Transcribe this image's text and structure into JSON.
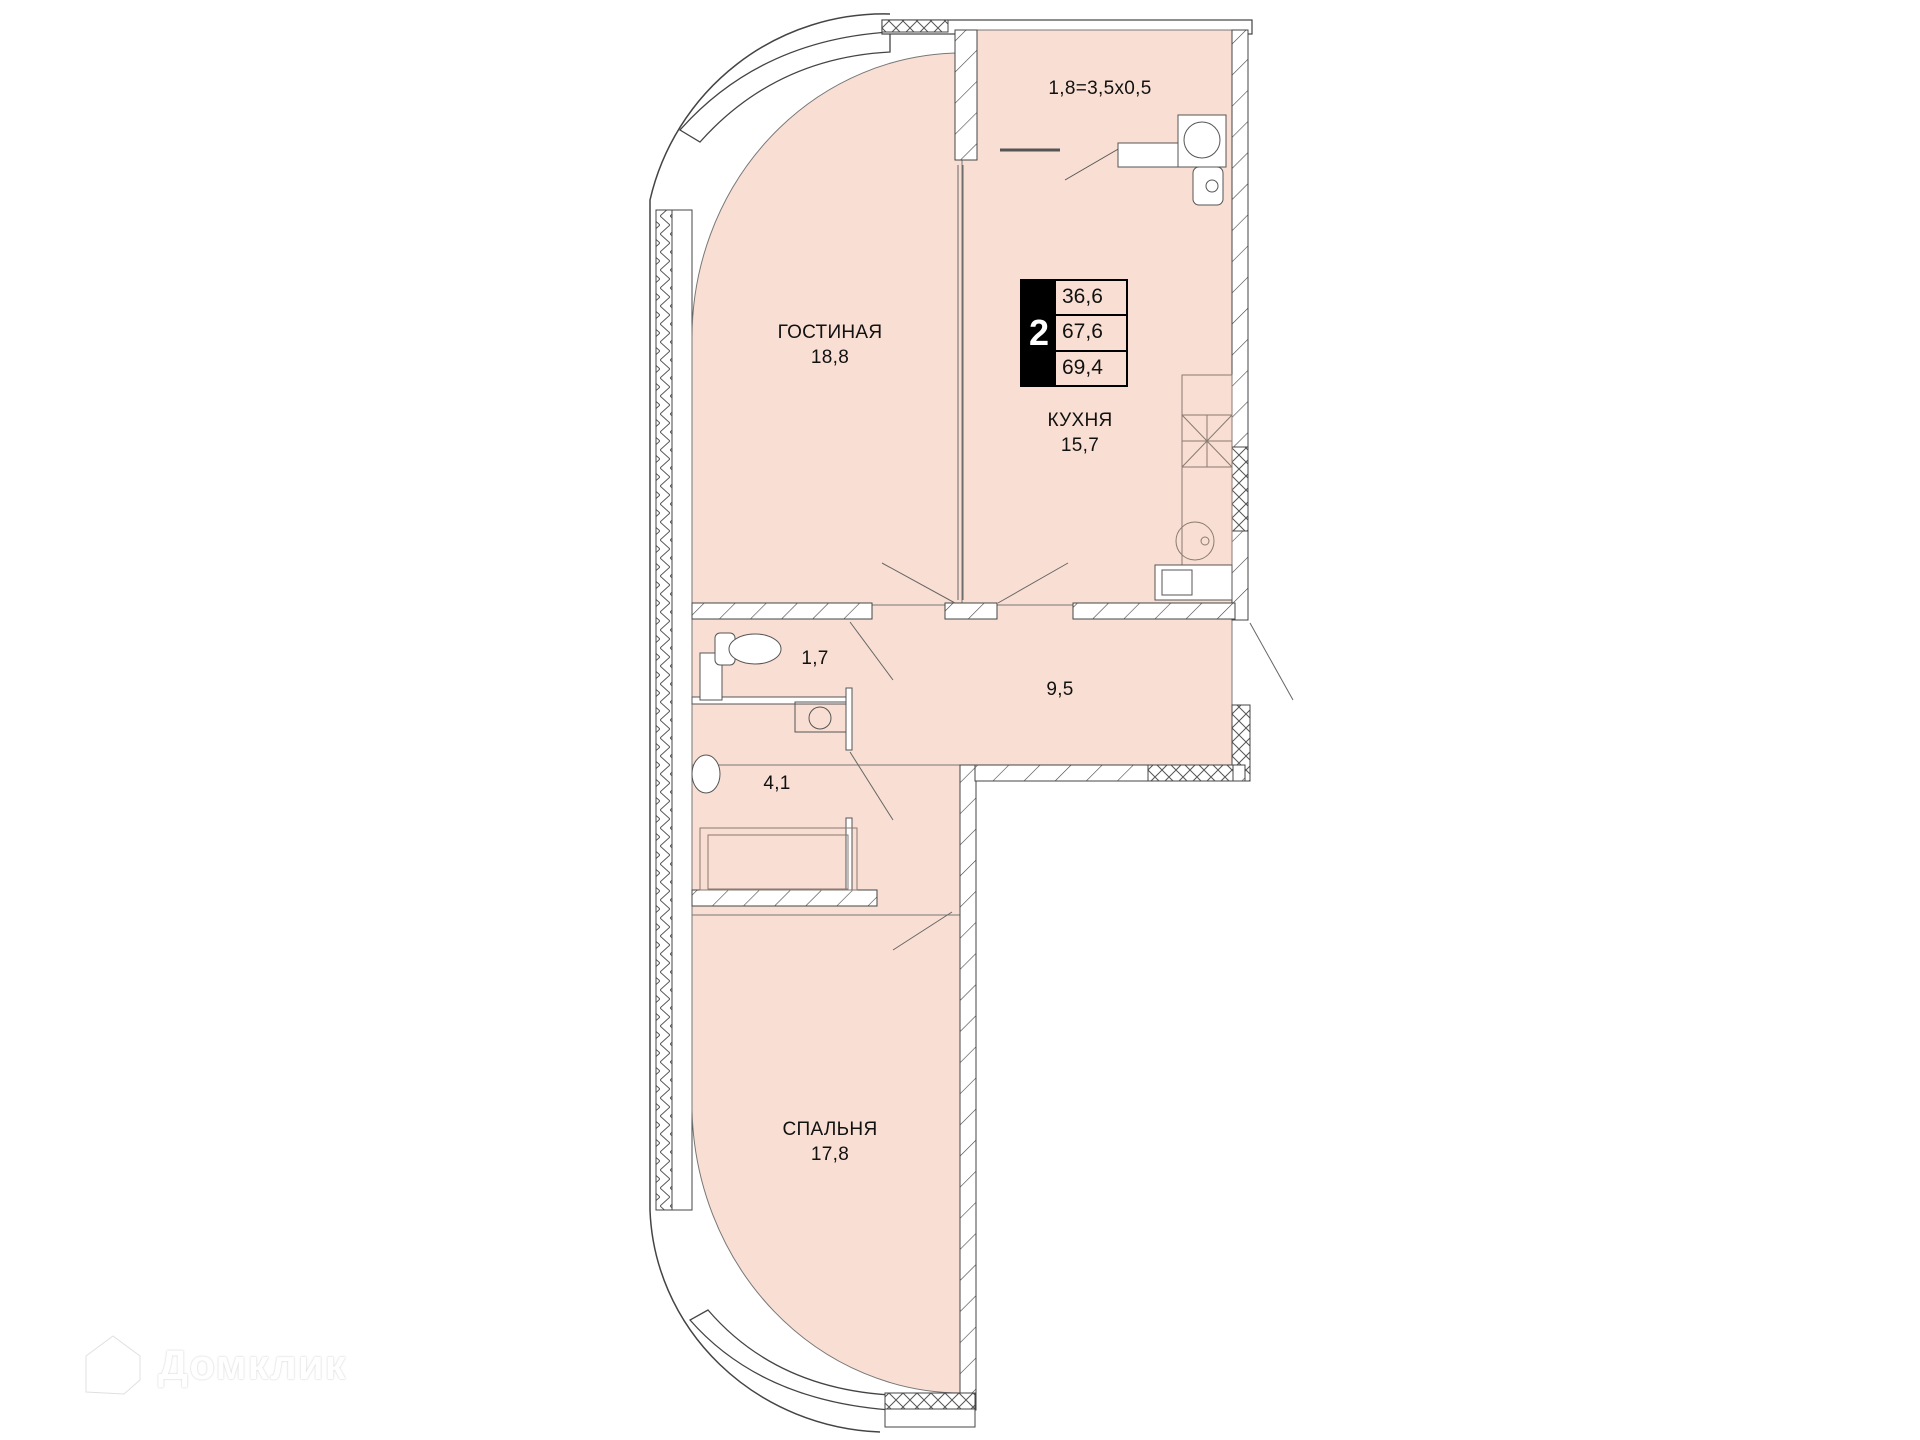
{
  "plan": {
    "fill_color": "#f9dfd3",
    "wall_color": "#ffffff",
    "line_color": "#3a3a3a"
  },
  "badge": {
    "rooms": "2",
    "living_area": "36,6",
    "total_area": "67,6",
    "total_with_balcony": "69,4"
  },
  "rooms": [
    {
      "id": "living",
      "name": "ГОСТИНАЯ",
      "area": "18,8"
    },
    {
      "id": "kitchen",
      "name": "КУХНЯ",
      "area": "15,7"
    },
    {
      "id": "balcony",
      "name": "",
      "area": "1,8=3,5x0,5"
    },
    {
      "id": "hall",
      "name": "",
      "area": "9,5"
    },
    {
      "id": "wc",
      "name": "",
      "area": "1,7"
    },
    {
      "id": "bathroom",
      "name": "",
      "area": "4,1"
    },
    {
      "id": "bedroom",
      "name": "СПАЛЬНЯ",
      "area": "17,8"
    }
  ],
  "watermark": {
    "text": "Домклик",
    "icon": "house-logo-icon"
  }
}
